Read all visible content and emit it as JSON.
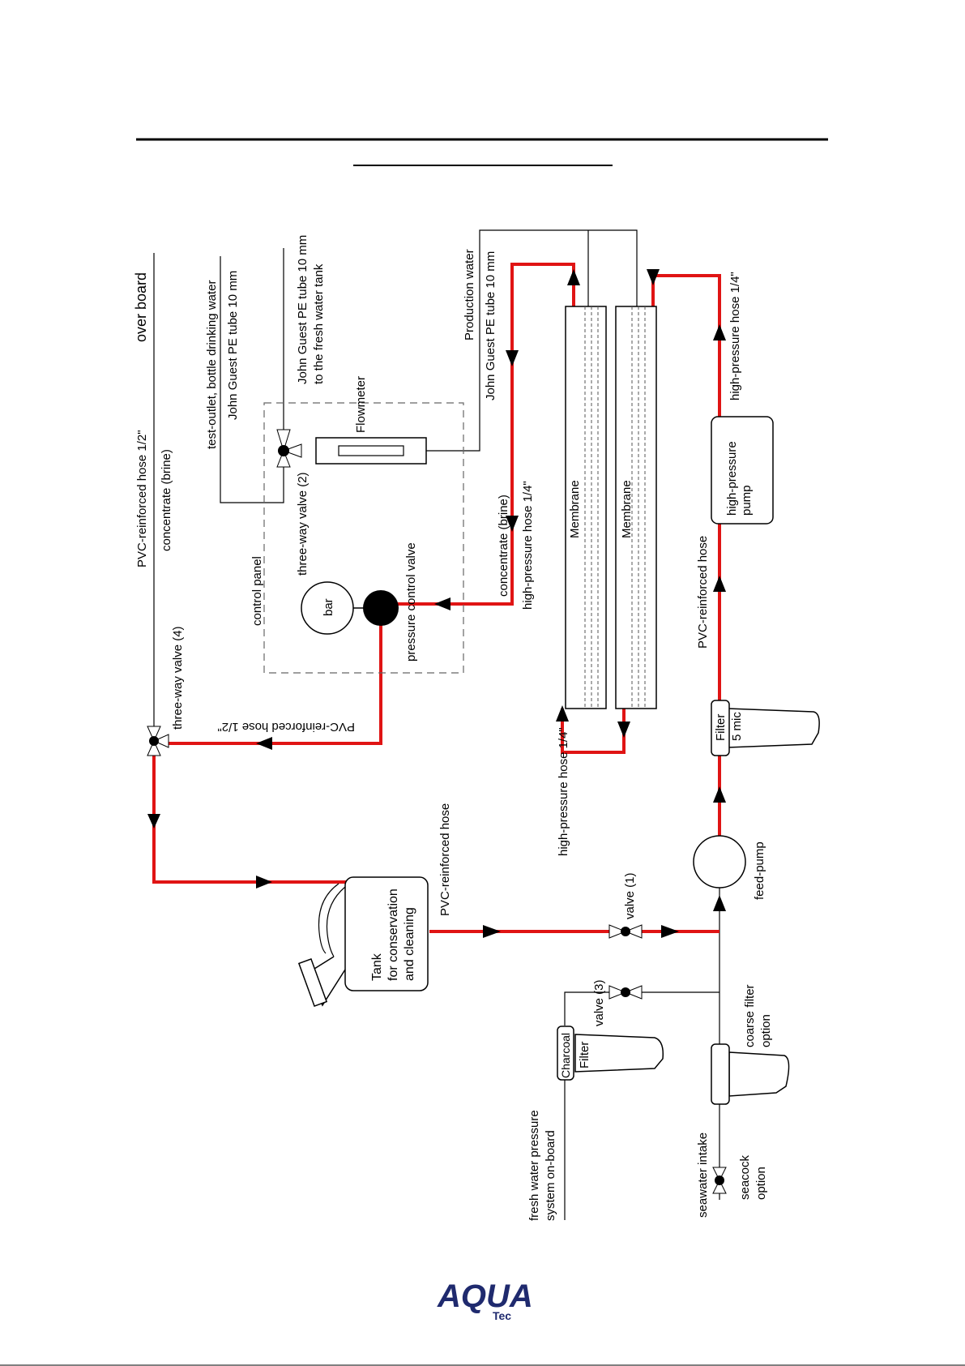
{
  "labels": {
    "over_board": "over board",
    "pvc_half_top": "PVC-reinforced hose 1/2\"",
    "concentrate_brine_top": "concentrate (brine)",
    "three_way_valve_4": "three-way valve (4)",
    "pvc_half_mid": "PVC-reinforced hose 1/2\"",
    "test_outlet": "test-outlet,  bottle drinking water",
    "jg_tube_test": "John Guest PE tube 10 mm",
    "jg_tube_tank_1": "John Guest PE tube 10 mm",
    "jg_tube_tank_2": "to the fresh water tank",
    "flowmeter": "Flowmeter",
    "three_way_valve_2": "three-way valve (2)",
    "control_panel": "control panel",
    "bar": "bar",
    "pressure_control_valve": "pressure control valve",
    "production_water": "Production water",
    "jg_tube_prod": "John Guest PE tube 10 mm",
    "concentrate_brine_mid": "concentrate (brine)",
    "hp_hose_quarter_mid": "high-pressure hose 1/4\"",
    "membrane_1": "Membrane",
    "membrane_2": "Membrane",
    "hp_hose_quarter_right": "high-pressure hose 1/4\"",
    "hp_pump_1": "high-pressure",
    "hp_pump_2": "pump",
    "pvc_hose_right": "PVC-reinforced hose",
    "filter_5mic_1": "Filter",
    "filter_5mic_2": "5 mic",
    "hp_hose_quarter_bottom": "high-pressure hose 1/4\"",
    "feed_pump": "feed-pump",
    "pvc_hose_tank": "PVC-reinforced hose",
    "tank_1": "Tank",
    "tank_2": "for conservation",
    "tank_3": "and cleaning",
    "valve_1": "valve (1)",
    "valve_3": "valve (3)",
    "charcoal": "Charcoal",
    "charcoal_filter": "Filter",
    "coarse_filter_1": "coarse filter",
    "coarse_filter_2": "option",
    "fresh_water_1": "fresh water pressure",
    "fresh_water_2": "system on-board",
    "seawater_intake": "seawater intake",
    "seacock_1": "seacock",
    "seacock_2": "option"
  },
  "logo": {
    "main": "AQUA",
    "sub": "Tec"
  },
  "colors": {
    "pipe": "#e01414",
    "logo": "#1f2a6e"
  }
}
